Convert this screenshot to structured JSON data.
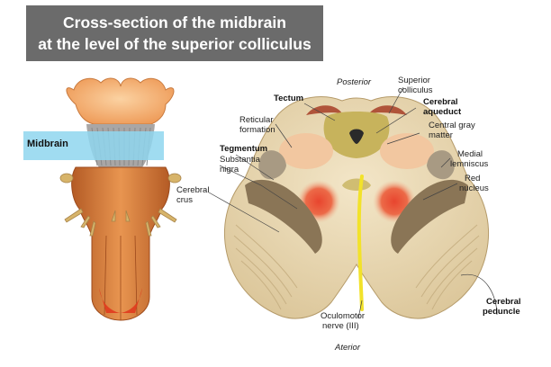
{
  "title": {
    "line1": "Cross-section of the midbrain",
    "line2": "at the level of the superior colliculus"
  },
  "brainstem": {
    "band_label": "Midbrain"
  },
  "labels": {
    "posterior": "Posterior",
    "anterior": "Aterior",
    "tectum": "Tectum",
    "superior_colliculus_1": "Superior",
    "superior_colliculus_2": "colliculus",
    "cerebral_aqueduct_1": "Cerebral",
    "cerebral_aqueduct_2": "aqueduct",
    "central_gray_1": "Central gray",
    "central_gray_2": "matter",
    "reticular_1": "Reticular",
    "reticular_2": "formation",
    "tegmentum": "Tegmentum",
    "substantia_1": "Substantia",
    "substantia_2": "nigra",
    "medial_lemniscus_1": "Medial",
    "medial_lemniscus_2": "lemniscus",
    "red_nucleus_1": "Red",
    "red_nucleus_2": "nucleus",
    "cerebral_crus_1": "Cerebral",
    "cerebral_crus_2": "crus",
    "oculomotor_1": "Oculomotor",
    "oculomotor_2": "nerve (III)",
    "cerebral_peduncle_1": "Cerebral",
    "cerebral_peduncle_2": "peduncle"
  },
  "colors": {
    "title_bg": "#6b6b6b",
    "band": "#8fd6ef",
    "tissue": "#e9d9b4",
    "red_nucleus": "#e8452e",
    "nerve": "#f2e22a"
  }
}
